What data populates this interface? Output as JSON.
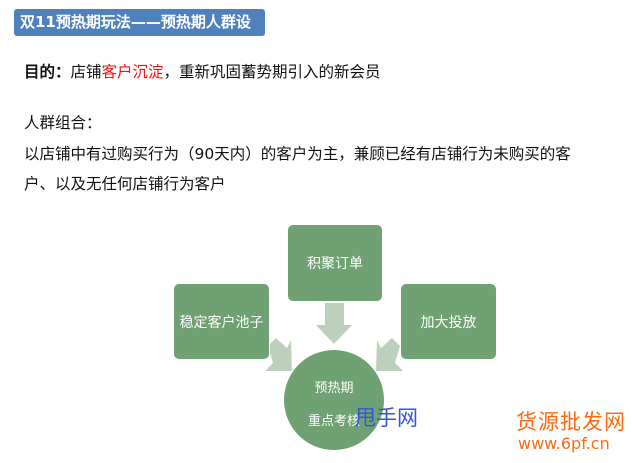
{
  "header": {
    "title": "双11预热期玩法——预热期人群设置"
  },
  "goal": {
    "label": "目的：",
    "prefix": "店铺",
    "highlight": "客户沉淀",
    "suffix": "，重新巩固蓄势期引入的新会员"
  },
  "crowd": {
    "label": "人群组合：",
    "line1": "以店铺中有过购买行为（90天内）的客户为主，兼顾已经有店铺行为未购买的客",
    "line2": "户、以及无任何店铺行为客户"
  },
  "diagram": {
    "top": "积聚订单",
    "left": "稳定客户池子",
    "right": "加大投放",
    "center_line1": "预热期",
    "center_line2": "重点考核"
  },
  "watermarks": {
    "w1": "甩手网",
    "w2": "货源批发网",
    "w3": "www.6pf.cn"
  },
  "colors": {
    "title_bg": "#4f81bd",
    "box": "#6fa173",
    "arrow": "#bcd0bc",
    "highlight": "#e11111"
  }
}
